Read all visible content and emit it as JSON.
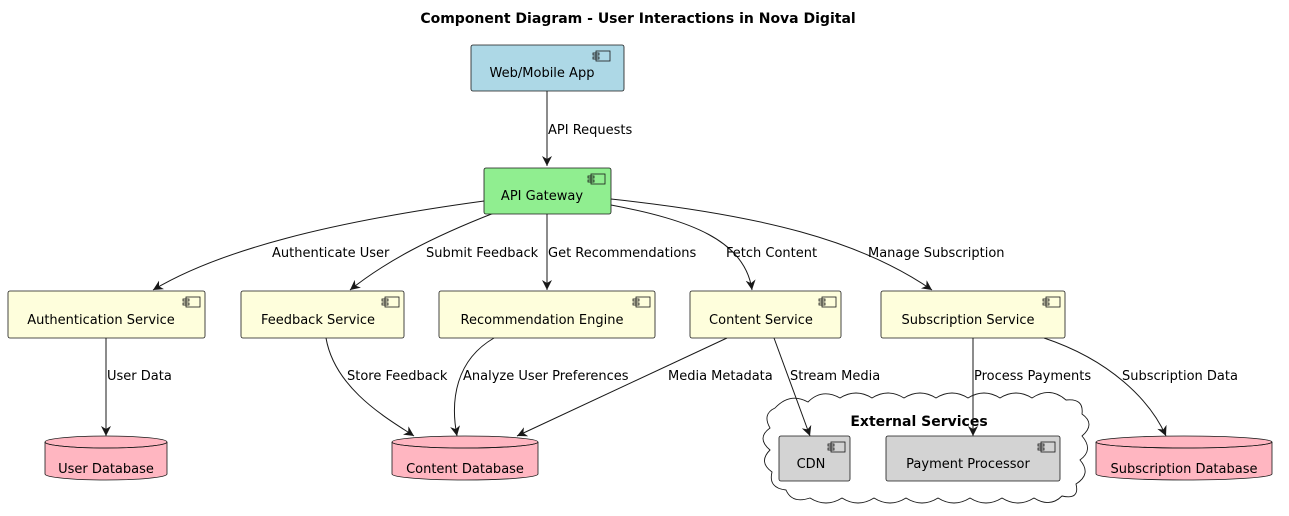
{
  "diagram": {
    "title": "Component Diagram - User Interactions in Nova Digital",
    "colors": {
      "frontend": "#ADD8E6",
      "gateway": "#90EE90",
      "service": "#FEFEDC",
      "database": "#FFB6C1",
      "external": "#D3D3D3",
      "line": "#181818"
    },
    "components": {
      "web_app": "Web/Mobile App",
      "api_gateway": "API Gateway",
      "auth_service": "Authentication Service",
      "feedback_service": "Feedback Service",
      "recommendation_engine": "Recommendation Engine",
      "content_service": "Content Service",
      "subscription_service": "Subscription Service",
      "cdn": "CDN",
      "payment_processor": "Payment Processor"
    },
    "databases": {
      "user_db": "User Database",
      "content_db": "Content Database",
      "subscription_db": "Subscription Database"
    },
    "cloud": {
      "title": "External Services"
    },
    "edges": {
      "api_requests": "API Requests",
      "authenticate_user": "Authenticate User",
      "submit_feedback": "Submit Feedback",
      "get_recommendations": "Get Recommendations",
      "fetch_content": "Fetch Content",
      "manage_subscription": "Manage Subscription",
      "user_data": "User Data",
      "store_feedback": "Store Feedback",
      "analyze_preferences": "Analyze User Preferences",
      "media_metadata": "Media Metadata",
      "stream_media": "Stream Media",
      "process_payments": "Process Payments",
      "subscription_data": "Subscription Data"
    },
    "component_icon": "component-icon",
    "database_icon": "database-cylinder"
  }
}
